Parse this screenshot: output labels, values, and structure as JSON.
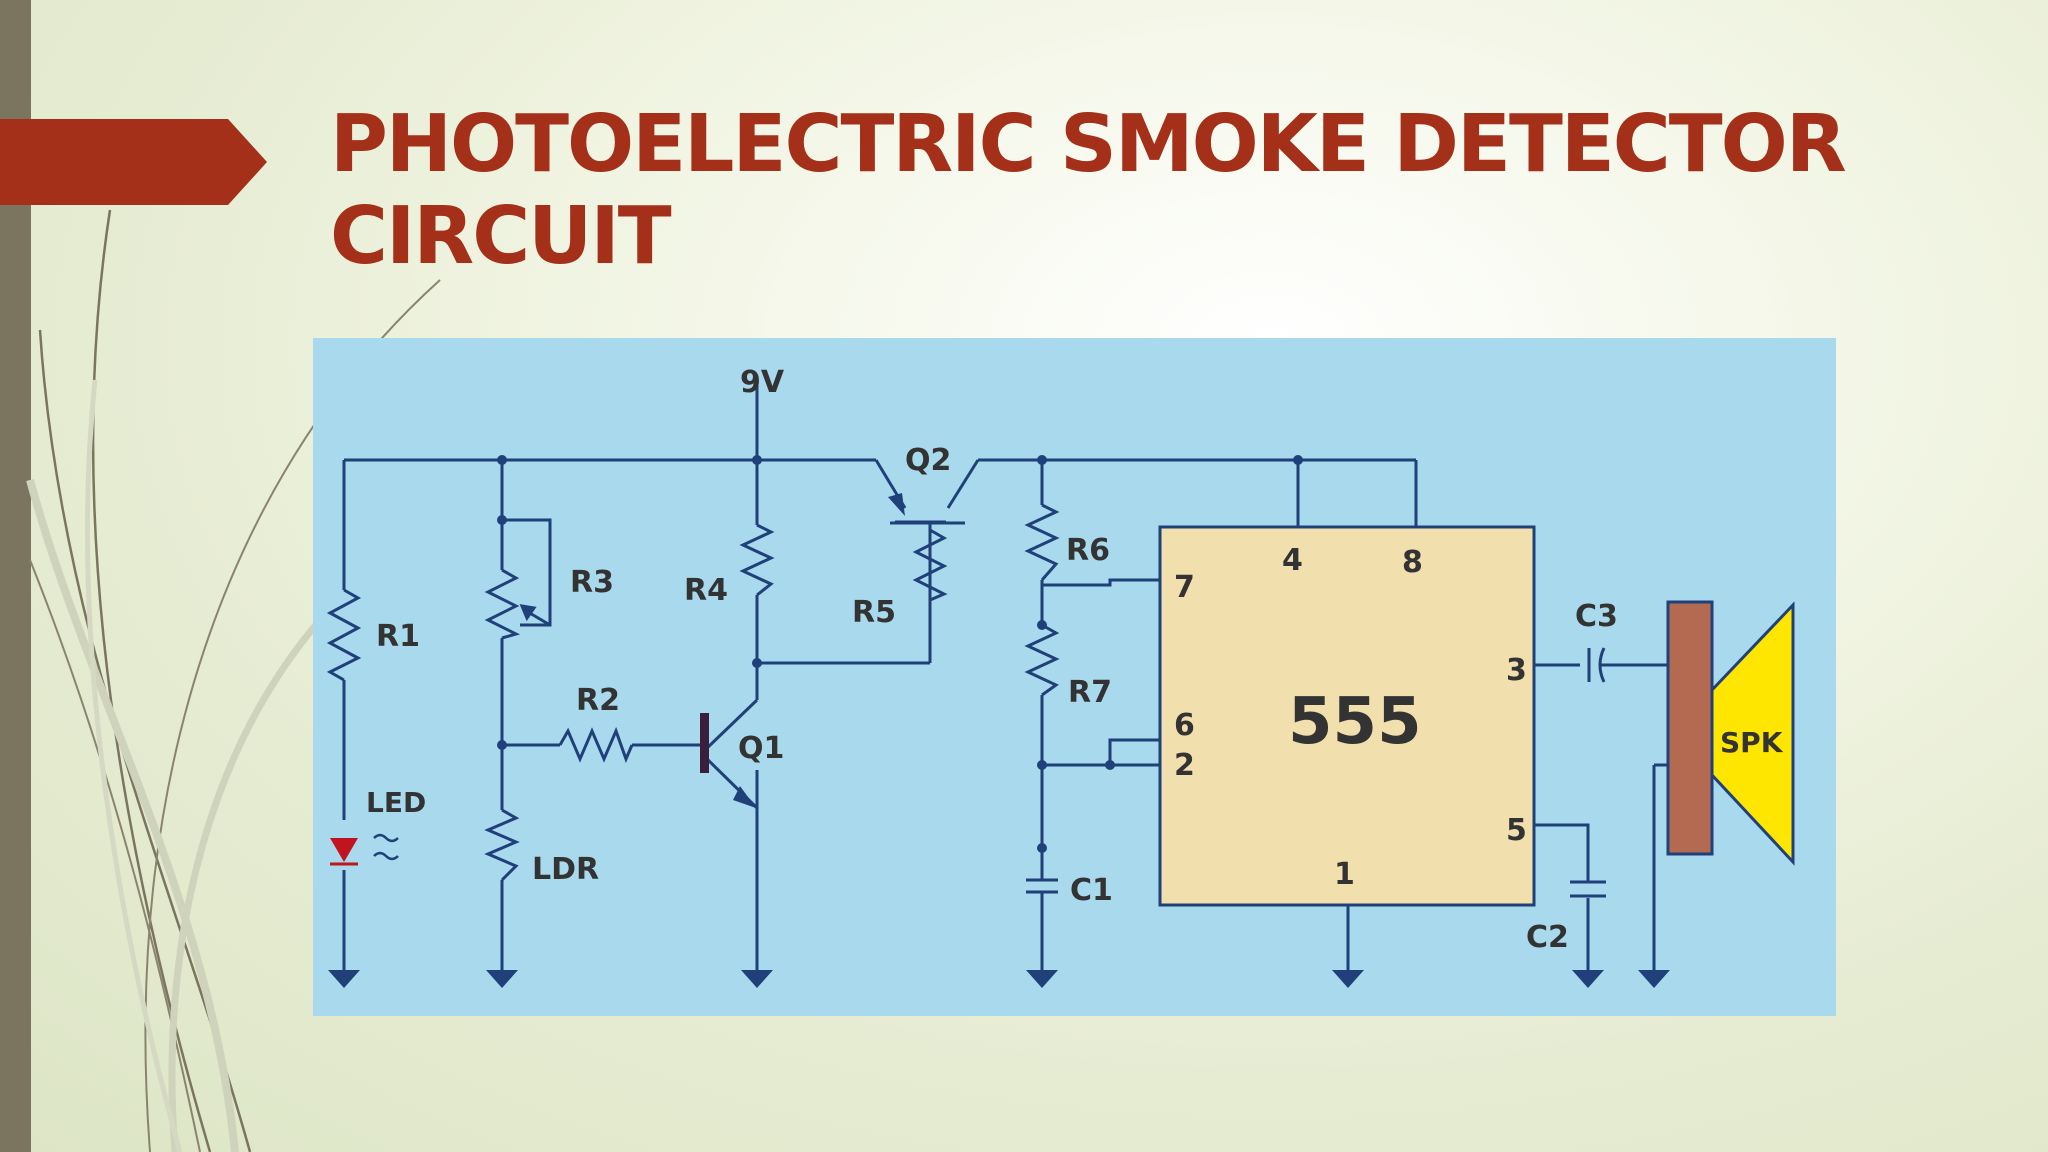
{
  "slide": {
    "title": "PHOTOELECTRIC SMOKE DETECTOR CIRCUIT"
  },
  "colors": {
    "title": "#a5301a",
    "accent_arrow": "#a5301a",
    "left_bar": "#7b7560",
    "diagram_background": "#a8d9ec",
    "wire": "#20407a",
    "ic_fill": "#f2dfae",
    "speaker_magnet": "#b46a50",
    "speaker_cone": "#ffe600",
    "led": "#c0151f"
  },
  "circuit": {
    "supply_label": "9V",
    "components": {
      "r1": "R1",
      "r2": "R2",
      "r3": "R3",
      "r4": "R4",
      "r5": "R5",
      "r6": "R6",
      "r7": "R7",
      "ldr": "LDR",
      "led": "LED",
      "q1": "Q1",
      "q2": "Q2",
      "c1": "C1",
      "c2": "C2",
      "c3": "C3",
      "speaker": "SPK"
    },
    "ic": {
      "name": "555",
      "pins": {
        "p1": "1",
        "p2": "2",
        "p3": "3",
        "p4": "4",
        "p5": "5",
        "p6": "6",
        "p7": "7",
        "p8": "8"
      }
    }
  }
}
